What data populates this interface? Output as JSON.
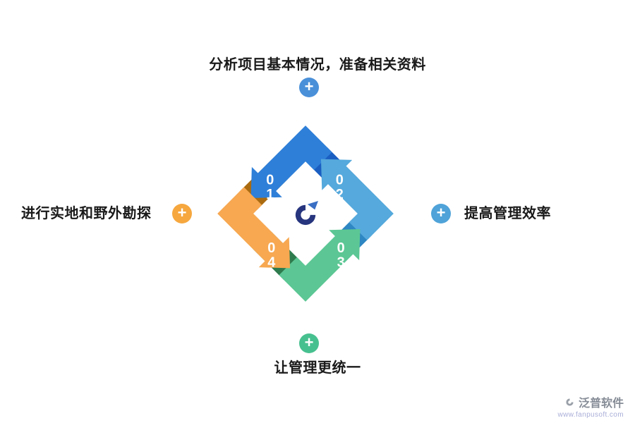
{
  "callouts": {
    "top": {
      "label": "分析项目基本情况，准备相关资料",
      "plus_color": "#4a90d9"
    },
    "right": {
      "label": "提高管理效率",
      "plus_color": "#4fa3d9"
    },
    "bottom": {
      "label": "让管理更统一",
      "plus_color": "#47c08f"
    },
    "left": {
      "label": "进行实地和野外勘探",
      "plus_color": "#f6a73e"
    }
  },
  "icons": {
    "plus_glyph": "+"
  },
  "cycle": {
    "number_color": "#ffffff",
    "steps": [
      {
        "number": "01",
        "digits": [
          "0",
          "1"
        ],
        "body_color": "#2e7fd8",
        "fold_color": "#1a5ec2"
      },
      {
        "number": "02",
        "digits": [
          "0",
          "2"
        ],
        "body_color": "#55a9dc",
        "fold_color": "#2e86c2"
      },
      {
        "number": "03",
        "digits": [
          "0",
          "3"
        ],
        "body_color": "#5cc794",
        "fold_color": "#2e7b4e"
      },
      {
        "number": "04",
        "digits": [
          "0",
          "4"
        ],
        "body_color": "#f7a851",
        "fold_color": "#aa6b10"
      }
    ]
  },
  "logo": {
    "primary": "#27357e",
    "accent": "#3a6fc4"
  },
  "watermark": {
    "brand": "泛普软件",
    "url": "www.fanpusoft.com",
    "brand_color": "#868c96",
    "url_color": "#a9aed8",
    "icon_color": "#9aa0a8"
  }
}
